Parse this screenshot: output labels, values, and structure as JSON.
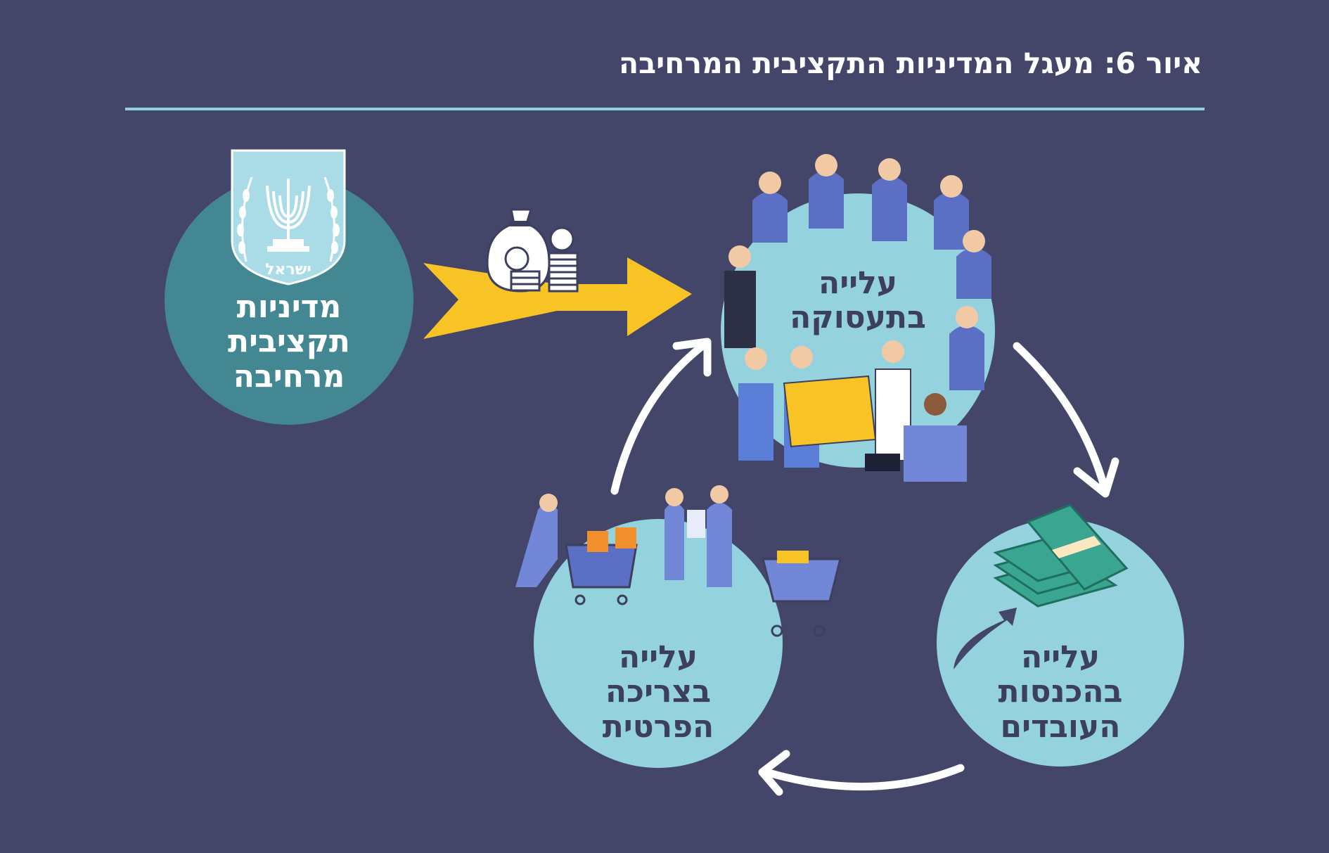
{
  "title": "איור 6: מעגל המדיניות התקציבית המרחיבה",
  "emblem": {
    "lettering": "ישראל"
  },
  "nodes": {
    "policy": [
      "מדיניות",
      "תקציבית",
      "מרחיבה"
    ],
    "employment": [
      "עלייה",
      "בתעסוקה"
    ],
    "income": [
      "עלייה",
      "בהכנסות",
      "העובדים"
    ],
    "consumption": [
      "עלייה",
      "בצריכה",
      "הפרטית"
    ]
  },
  "colors": {
    "background": "#434669",
    "rule": "#8fd3e3",
    "policy_circle": "#428791",
    "cycle_circle": "#94d2de",
    "main_arrow": "#f7c325",
    "cycle_arrows": "#ffffff"
  },
  "icons": [
    "state-emblem-icon",
    "money-bag-icon",
    "workers-illustration",
    "cash-stacks-icon",
    "shoppers-illustration"
  ]
}
